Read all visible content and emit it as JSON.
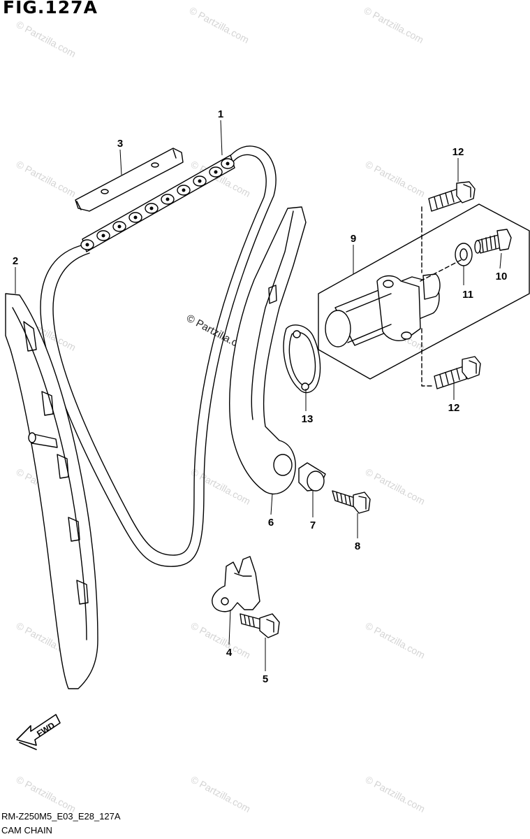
{
  "figure_title": "FIG.127A",
  "callouts": {
    "p1": "1",
    "p2": "2",
    "p3": "3",
    "p4": "4",
    "p5": "5",
    "p6": "6",
    "p7": "7",
    "p8": "8",
    "p9": "9",
    "p10": "10",
    "p11": "11",
    "p12a": "12",
    "p12b": "12",
    "p13": "13"
  },
  "fwd_label": "FWD",
  "watermark": "© Partzilla.com",
  "footer": {
    "code": "RM-Z250M5_E03_E28_127A",
    "caption": "CAM CHAIN"
  }
}
